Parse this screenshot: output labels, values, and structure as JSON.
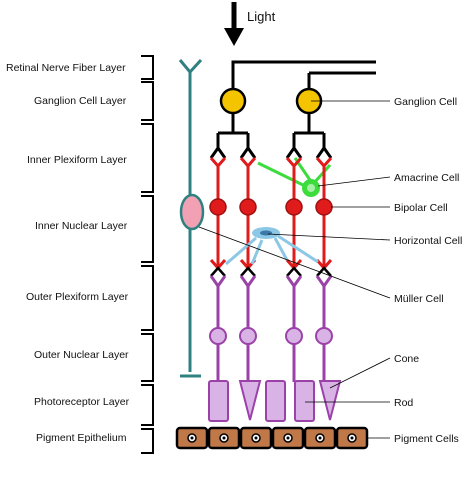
{
  "light": {
    "label": "Light"
  },
  "layers": [
    "Retinal Nerve Fiber Layer",
    "Ganglion Cell Layer",
    "Inner Plexiform Layer",
    "Inner Nuclear Layer",
    "Outer Plexiform Layer",
    "Outer Nuclear Layer",
    "Photoreceptor Layer",
    "Pigment Epithelium"
  ],
  "cell_labels": {
    "ganglion": "Ganglion Cell",
    "amacrine": "Amacrine Cell",
    "bipolar": "Bipolar Cell",
    "horizontal": "Horizontal Cell",
    "muller": "Müller Cell",
    "cone": "Cone",
    "rod": "Rod",
    "pigment": "Pigment Cells"
  },
  "colors": {
    "ganglion": "#f5c400",
    "amacrine": "#3ddc3d",
    "bipolar": "#e01b1b",
    "horizontal": "#8cc7e6",
    "muller": "#2f8080",
    "muller_nucleus": "#f2a0b4",
    "photoreceptor_axon": "#9b42a8",
    "photoreceptor_fill": "#d9b3e6",
    "pigment": "#c07848",
    "nerve": "#000000"
  }
}
